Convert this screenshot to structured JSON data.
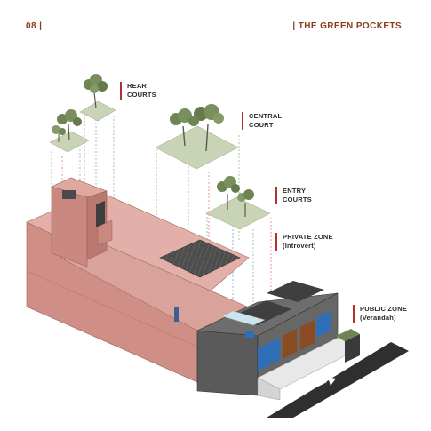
{
  "header": {
    "page_number": "08 |",
    "title": "| THE GREEN POCKETS"
  },
  "callouts": {
    "rear_courts": {
      "line1": "REAR",
      "line2": "COURTS"
    },
    "central_court": {
      "line1": "CENTRAL",
      "line2": "COURT"
    },
    "entry_courts": {
      "line1": "ENTRY",
      "line2": "COURTS"
    },
    "private_zone": {
      "line1": "PRIVATE ZONE",
      "line2": "(Introvert)"
    },
    "public_zone": {
      "line1": "PUBLIC ZONE",
      "line2": "(Verandah)"
    }
  },
  "colors": {
    "accent": "#b0322b",
    "header_text": "#8a3b1c",
    "wall_pink": "#d9a29b",
    "roof_pink": "#e2b0a8",
    "court_green": "#c9d4b6",
    "dark_block": "#5a5a5a",
    "facade_blue": "#2f6fb5",
    "door_brown": "#8a4a22"
  }
}
